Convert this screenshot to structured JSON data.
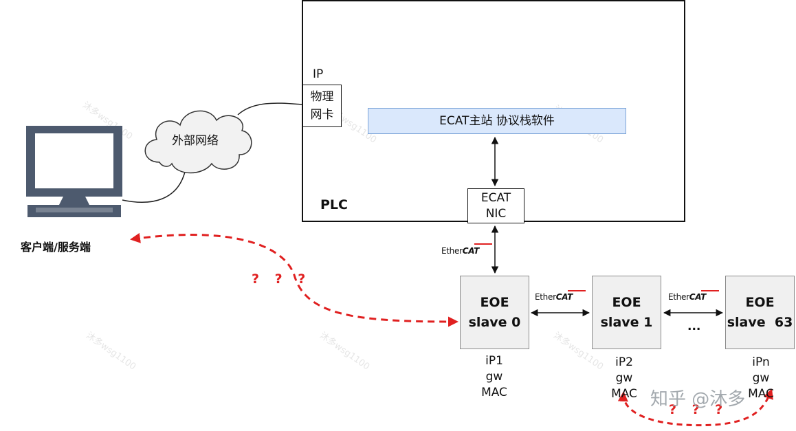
{
  "plc": {
    "label": "PLC",
    "ip_label": "IP",
    "nic_line1": "物理",
    "nic_line2": "网卡",
    "stack_label": "ECAT主站 协议栈软件",
    "ecat_nic_line1": "ECAT",
    "ecat_nic_line2": "NIC"
  },
  "network": {
    "cloud_label": "外部网络"
  },
  "client": {
    "label": "客户端/服务端"
  },
  "ethercat_logo": {
    "ether": "Ether",
    "cat": "CAT"
  },
  "slaves": [
    {
      "line1": "EOE",
      "line2": "slave 0",
      "ip": "iP1",
      "gw": "gw",
      "mac": "MAC"
    },
    {
      "line1": "EOE",
      "line2": "slave 1",
      "ip": "iP2",
      "gw": "gw",
      "mac": "MAC"
    },
    {
      "line1": "EOE",
      "line2": "slave  63",
      "ip": "iPn",
      "gw": "gw",
      "mac": "MAC"
    }
  ],
  "ellipsis": "...",
  "question_marks_left": "? ? ?",
  "question_marks_right": "? ? ?",
  "watermark": "知乎 @沐多",
  "faint_watermark": "沐多wsg1100",
  "colors": {
    "red_dashed": "#e02020",
    "stack_fill": "#dae8fc",
    "slave_fill": "#f0f0f0"
  }
}
